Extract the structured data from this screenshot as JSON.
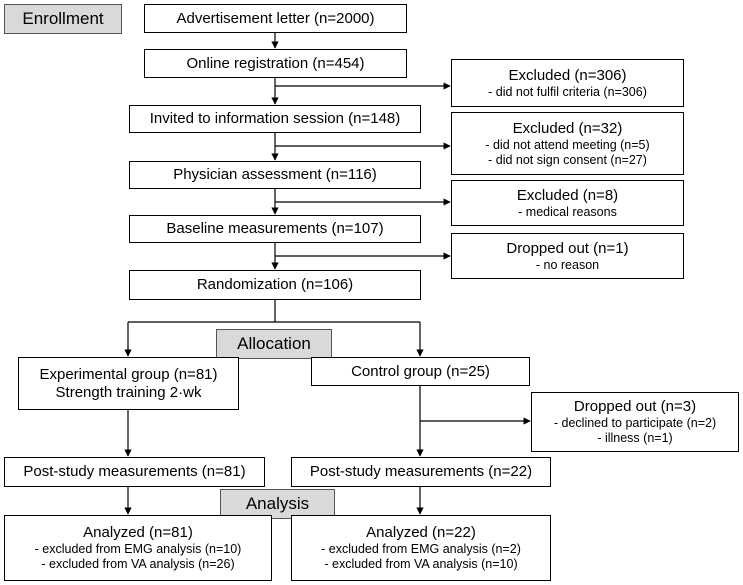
{
  "stages": {
    "enrollment": "Enrollment",
    "allocation": "Allocation",
    "analysis": "Analysis"
  },
  "main": {
    "advertisement": "Advertisement letter (n=2000)",
    "online": "Online registration (n=454)",
    "invited": "Invited to information session (n=148)",
    "physician": "Physician assessment (n=116)",
    "baseline": "Baseline measurements (n=107)",
    "randomization": "Randomization (n=106)"
  },
  "excluded": {
    "ex1_title": "Excluded (n=306)",
    "ex1_line1": "- did not fulfil criteria (n=306)",
    "ex2_title": "Excluded (n=32)",
    "ex2_line1": "- did not attend meeting (n=5)",
    "ex2_line2": "- did not sign consent (n=27)",
    "ex3_title": "Excluded (n=8)",
    "ex3_line1": "- medical reasons",
    "drop1_title": "Dropped out (n=1)",
    "drop1_line1": "- no reason"
  },
  "experimental": {
    "title": "Experimental group (n=81)",
    "subtitle": "Strength training 2·wk",
    "post": "Post-study measurements (n=81)",
    "analyzed": "Analyzed (n=81)",
    "an_line1": "- excluded from EMG analysis (n=10)",
    "an_line2": "- excluded from VA analysis (n=26)"
  },
  "control": {
    "title": "Control group (n=25)",
    "drop_title": "Dropped out (n=3)",
    "drop_line1": "- declined to participate (n=2)",
    "drop_line2": "- illness (n=1)",
    "post": "Post-study measurements (n=22)",
    "analyzed": "Analyzed (n=22)",
    "an_line1": "- excluded from EMG analysis (n=2)",
    "an_line2": "- excluded from VA analysis (n=10)"
  }
}
